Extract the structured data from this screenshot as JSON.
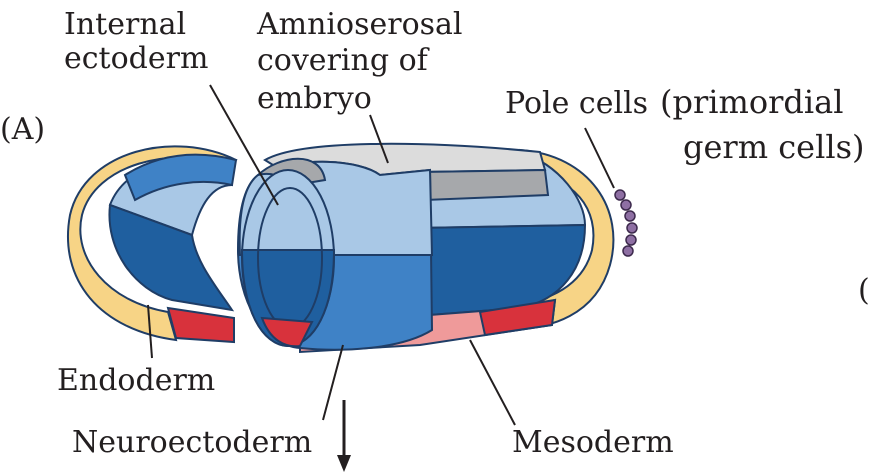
{
  "figure": {
    "panel_letter": "(A)",
    "cut_letter": "("
  },
  "labels": {
    "internal_ectoderm": [
      "Internal",
      "ectoderm"
    ],
    "amnioserosal": [
      "Amnioserosal",
      "covering of",
      "embryo"
    ],
    "pole_cells": "Pole cells",
    "primordial": [
      "(primordial",
      "germ cells)"
    ],
    "endoderm": "Endoderm",
    "neuroectoderm": "Neuroectoderm",
    "mesoderm": "Mesoderm"
  },
  "colors": {
    "dark_blue": "#1f5f9f",
    "medium_blue": "#3f82c6",
    "light_blue": "#a9c8e6",
    "pale_blue": "#c4d9ee",
    "yellow": "#f7d486",
    "pale_yellow": "#fbe6b4",
    "red": "#d8323c",
    "light_red": "#ef9a9a",
    "gray": "#a6a8ab",
    "light_gray": "#dcdcdc",
    "pole_cell_purple": "#8e6fa3"
  }
}
